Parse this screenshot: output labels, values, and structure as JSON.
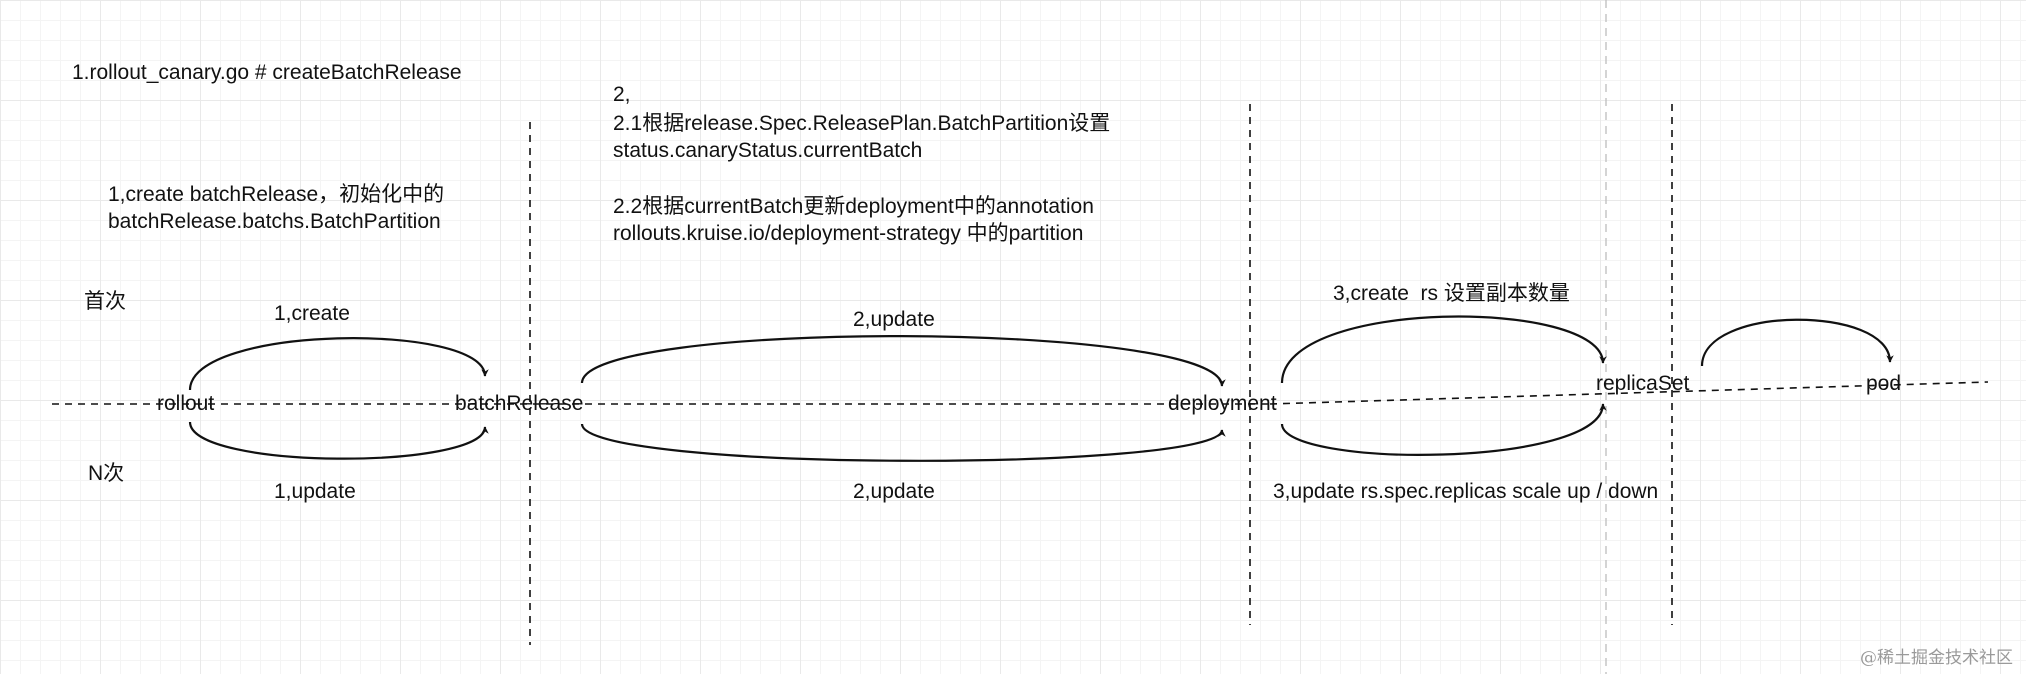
{
  "notes": {
    "title": "1.rollout_canary.go # createBatchRelease",
    "step1_line1": "1,create batchRelease，初始化中的",
    "step1_line2": "batchRelease.batchs.BatchPartition",
    "step2_header": "2,",
    "step2_1_line1": "2.1根据release.Spec.ReleasePlan.BatchPartition设置",
    "step2_1_line2": "status.canaryStatus.currentBatch",
    "step2_2_line1": "2.2根据currentBatch更新deployment中的annotation",
    "step2_2_line2": "rollouts.kruise.io/deployment-strategy 中的partition"
  },
  "rows": {
    "first": "首次",
    "nth": "N次"
  },
  "nodes": {
    "rollout": "rollout",
    "batch_release": "batchRelease",
    "deployment": "deployment",
    "replica_set": "replicaSet",
    "pod": "pod"
  },
  "edges": {
    "rollout_create": "1,create",
    "rollout_update": "1,update",
    "batch_update_top": "2,update",
    "batch_update_bottom": "2,update",
    "deploy_create_rs": "3,create  rs 设置副本数量",
    "deploy_update_rs": "3,update rs.spec.replicas scale up / down"
  },
  "watermark": "@稀土掘金技术社区",
  "colors": {
    "ink": "#111111",
    "grid_major": "#e9e9e9",
    "grid_minor": "#f4f4f4",
    "watermark": "#9a9a9a"
  }
}
